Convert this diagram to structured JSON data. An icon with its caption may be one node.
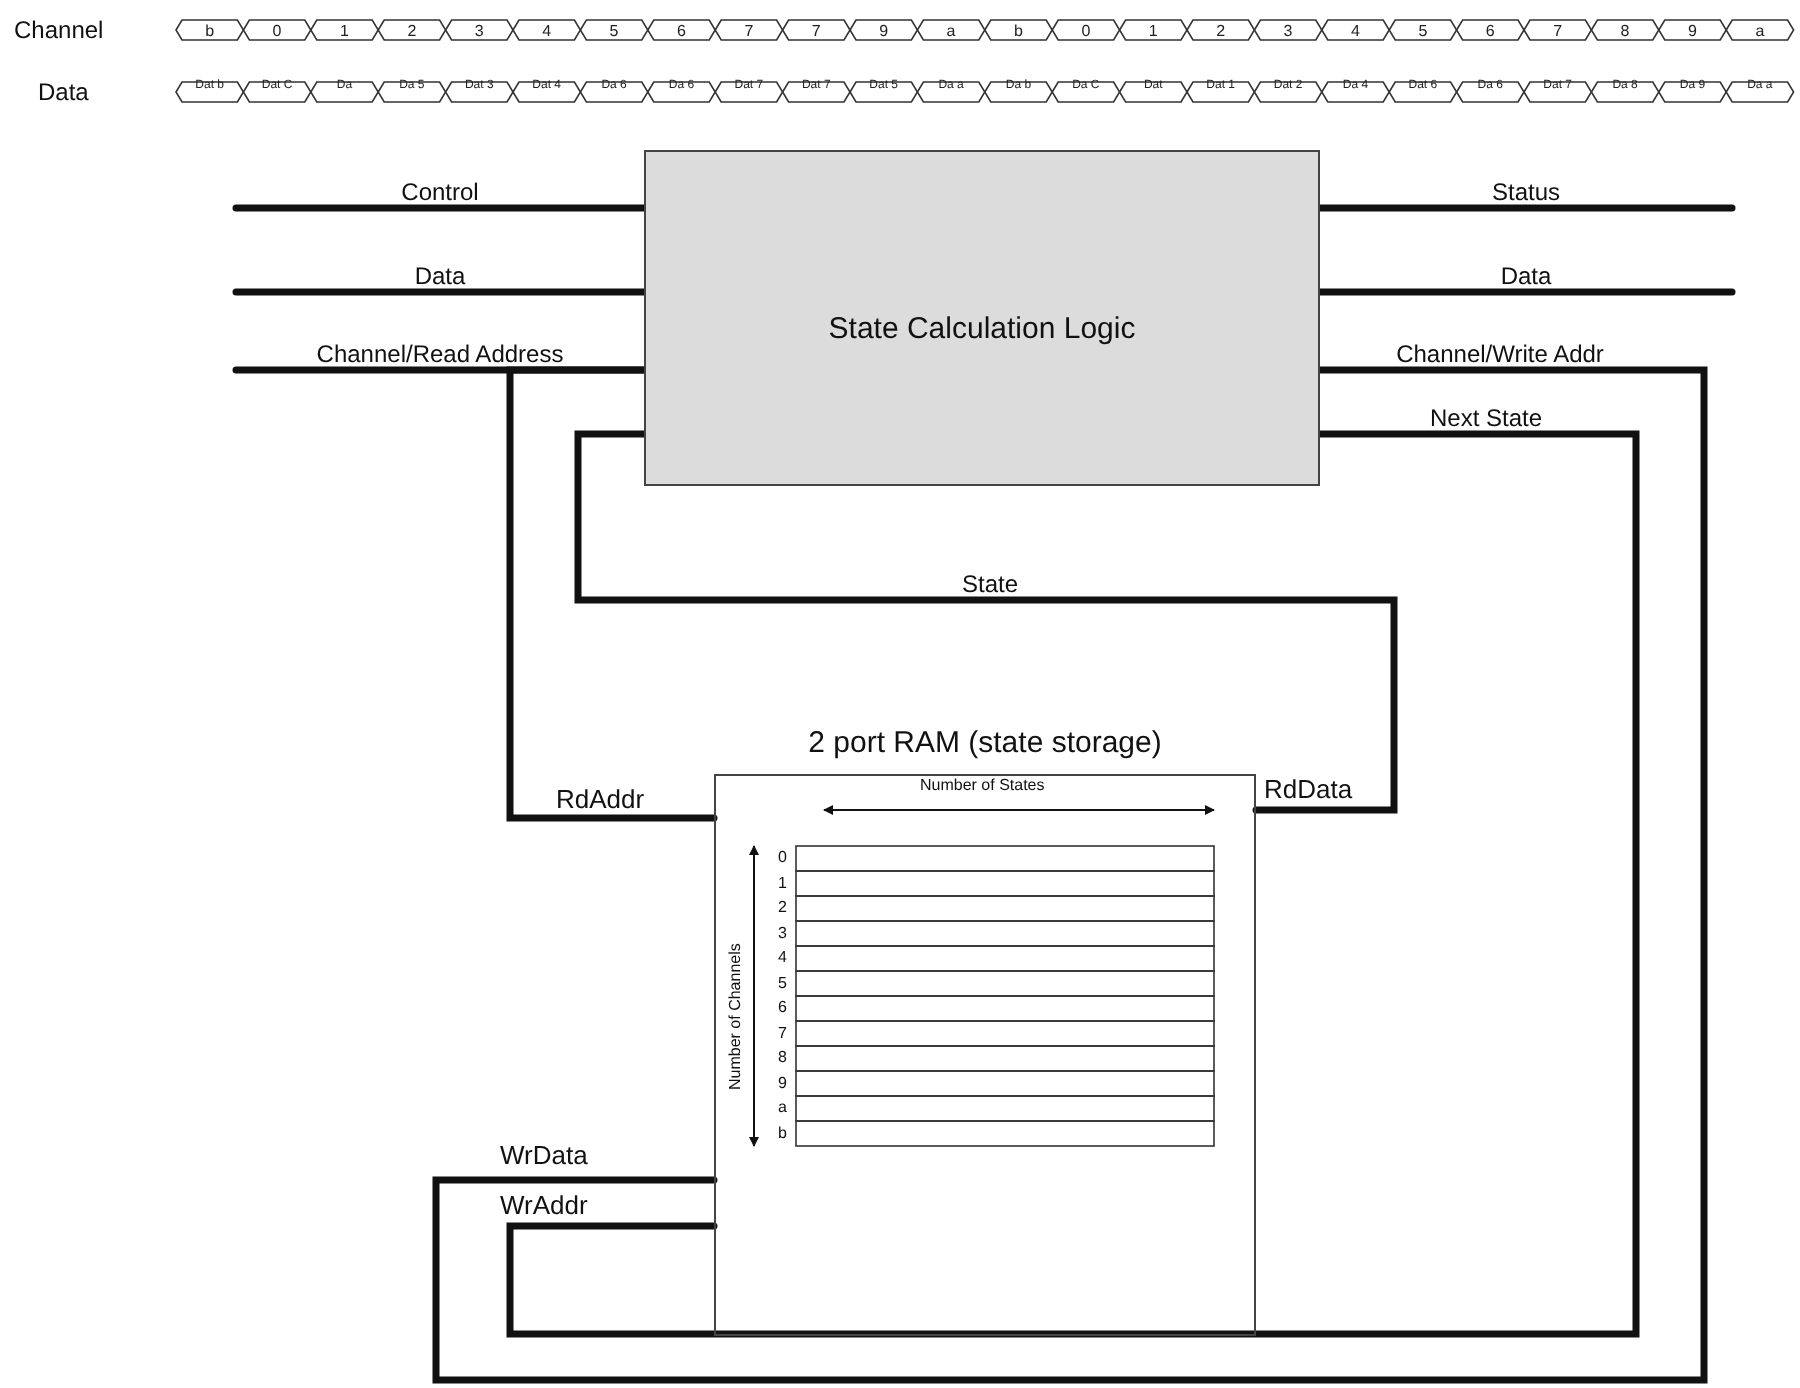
{
  "diagram": {
    "nodes": [
      {
        "text": [
          "State Calculation Logic"
        ]
      },
      {
        "text": [
          "2 port RAM (state storage)"
        ],
        "beside": [
          "RdAddr",
          "RdData",
          "WrData",
          "WrAddr"
        ]
      }
    ],
    "edges": [
      {
        "from": null,
        "to": 0,
        "arrow": "none",
        "label": "Control"
      },
      {
        "from": null,
        "to": 0,
        "arrow": "none",
        "label": "Data"
      },
      {
        "from": null,
        "to": 0,
        "arrow": "none",
        "label": "Channel/Read Address"
      },
      {
        "from": 0,
        "to": null,
        "arrow": "none",
        "label": "Status"
      },
      {
        "from": 0,
        "to": null,
        "arrow": "none",
        "label": "Data"
      },
      {
        "from": 0,
        "to": 1,
        "arrow": "none"
      },
      {
        "from": 1,
        "to": 0,
        "arrow": "none",
        "label": "State"
      },
      {
        "from": 0,
        "to": 1,
        "arrow": "none",
        "label": "Channel/Write Addr"
      },
      {
        "from": 0,
        "to": 1,
        "arrow": "none",
        "label": "Next State"
      }
    ],
    "labels": [
      "Channel",
      "b",
      "0",
      "1",
      "2",
      "3",
      "4",
      "5",
      "6",
      "7",
      "7",
      "9",
      "a",
      "b",
      "0",
      "1",
      "2",
      "3",
      "4",
      "5",
      "6",
      "7",
      "8",
      "9",
      "a",
      "Data",
      "Dat b",
      "Dat C",
      "Da",
      "Da 5",
      "Dat 3",
      "Dat 4",
      "Da 6",
      "Da 6",
      "Dat 7",
      "Dat 7",
      "Dat 5",
      "Da a",
      "Da b",
      "Da C",
      "Dat",
      "Dat 1",
      "Dat 2",
      "Da 4",
      "Dat 6",
      "Da 6",
      "Dat 7",
      "Da 8",
      "Da 9",
      "Da a",
      "Number of States",
      "Number of Channels",
      "0",
      "1",
      "2",
      "3",
      "4",
      "5",
      "6",
      "7",
      "8",
      "9",
      "a",
      "b"
    ]
  }
}
